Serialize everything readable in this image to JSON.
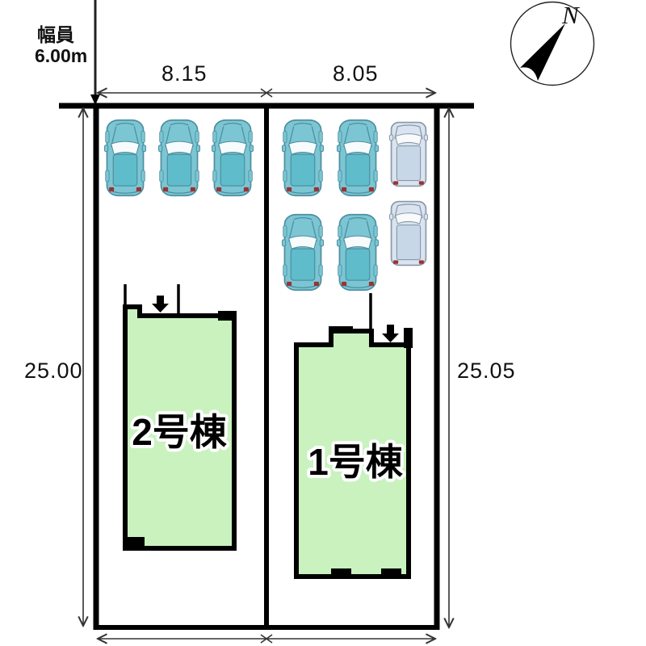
{
  "road": {
    "label_line1": "幅員",
    "label_line2": "6.00m"
  },
  "compass": {
    "north_label": "N"
  },
  "dimensions": {
    "lot2_frontage": "8.15",
    "lot1_frontage": "8.05",
    "lot2_depth": "25.00",
    "lot1_depth": "25.05"
  },
  "buildings": [
    {
      "label": "2号棟"
    },
    {
      "label": "1号棟"
    }
  ],
  "parking": {
    "sedan_count": 7,
    "van_count": 2
  },
  "colors": {
    "building_fill": "#c9f2bf",
    "car_body": "#7cc6d4",
    "car_roof": "#5fbccb",
    "car_outline": "#4d8fa0",
    "van_body": "#d9e4f0",
    "van_roof": "#c7d7e8",
    "van_outline": "#8a98a8",
    "taillight": "#993333",
    "line": "#000000"
  }
}
